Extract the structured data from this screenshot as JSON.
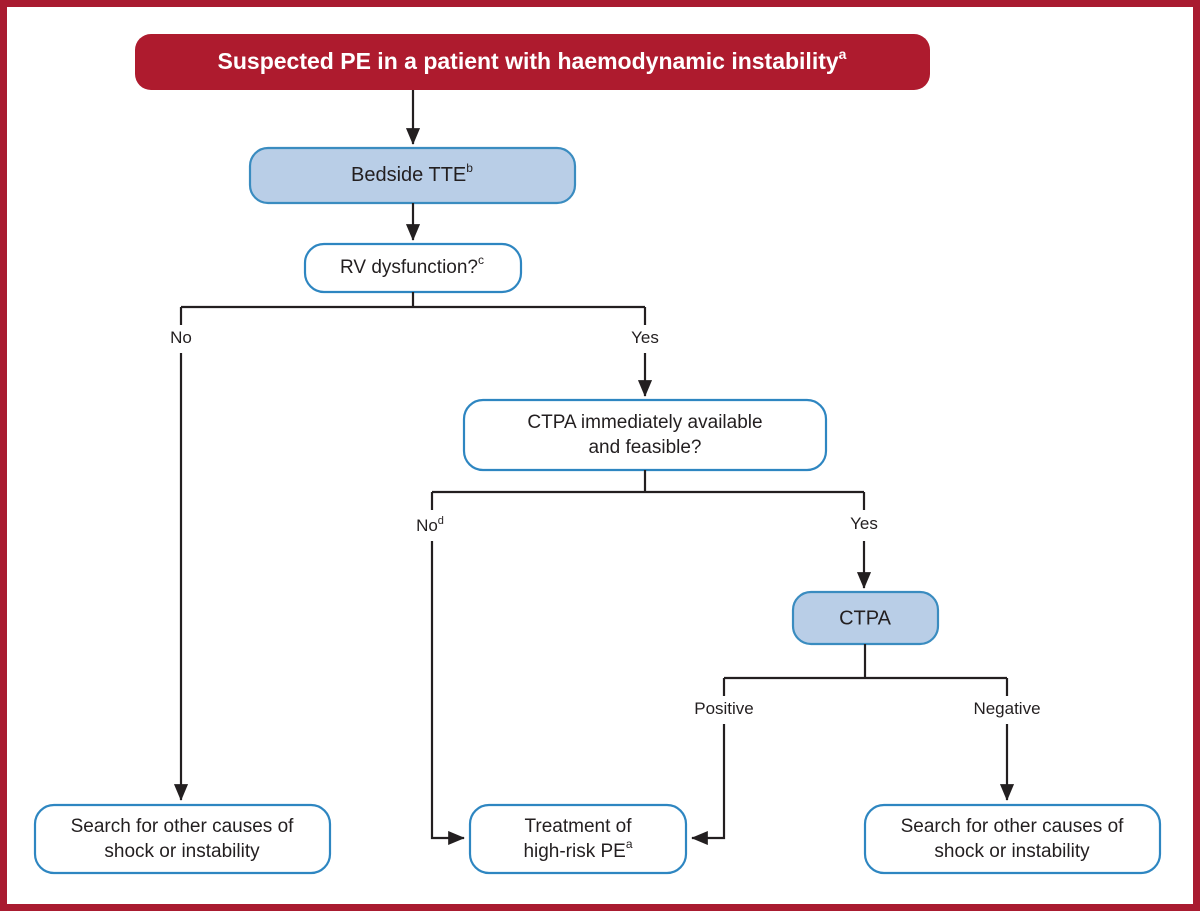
{
  "figure": {
    "title": "Suspected PE in a patient with haemodynamic instability",
    "title_superscript": "a",
    "frame_color": "#a91b30",
    "header_color": "#ae1b2e",
    "blue_fill_color": "#b9cee7",
    "blue_border_color": "#3a8cc0",
    "white_border_color": "#2e86c1",
    "line_color": "#231f20"
  },
  "nodes": {
    "header": {
      "label": "Suspected PE in a patient with haemodynamic instability",
      "superscript": "a",
      "type": "header"
    },
    "bedside_tte": {
      "label": "Bedside TTE",
      "superscript": "b",
      "type": "process"
    },
    "rv_dysfunction": {
      "label": "RV dysfunction?",
      "superscript": "c",
      "type": "decision"
    },
    "ctpa_available": {
      "line1": "CTPA immediately available",
      "line2": "and feasible?",
      "superscript": "",
      "type": "decision"
    },
    "ctpa": {
      "label": "CTPA",
      "superscript": "",
      "type": "process"
    },
    "search_other_left": {
      "line1": "Search for other causes of",
      "line2": "shock or instability",
      "type": "outcome"
    },
    "treatment_high_risk": {
      "line1": "Treatment of",
      "line2": "high-risk PE",
      "superscript": "a",
      "type": "outcome"
    },
    "search_other_right": {
      "line1": "Search for other causes of",
      "line2": "shock or instability",
      "type": "outcome"
    }
  },
  "edge_labels": {
    "rv_no": {
      "text": "No",
      "superscript": ""
    },
    "rv_yes": {
      "text": "Yes",
      "superscript": ""
    },
    "ctpa_no": {
      "text": "No",
      "superscript": "d"
    },
    "ctpa_yes": {
      "text": "Yes",
      "superscript": ""
    },
    "ctpa_positive": {
      "text": "Positive",
      "superscript": ""
    },
    "ctpa_negative": {
      "text": "Negative",
      "superscript": ""
    }
  }
}
